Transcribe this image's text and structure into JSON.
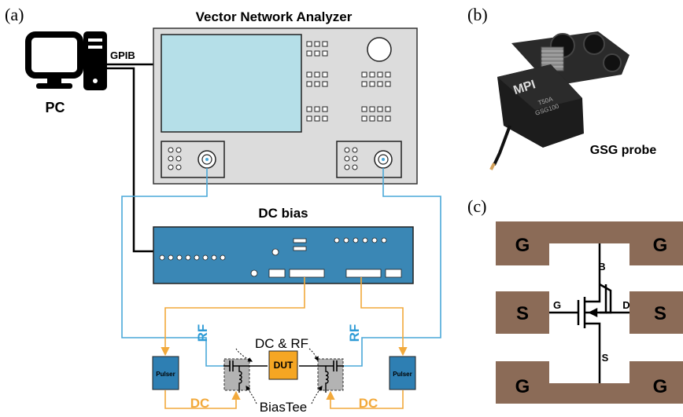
{
  "panels": {
    "a": "(a)",
    "b": "(b)",
    "c": "(c)"
  },
  "vna": {
    "title": "Vector Network Analyzer"
  },
  "pc": {
    "label": "PC",
    "bus": "GPIB"
  },
  "dc_bias": {
    "title": "DC bias"
  },
  "labels": {
    "rf_left": "RF",
    "rf_right": "RF",
    "dc_left": "DC",
    "dc_right": "DC",
    "dc_rf": "DC & RF",
    "biastee": "BiasTee",
    "dut": "DUT",
    "pulser_left": "Pulser",
    "pulser_right": "Pulser"
  },
  "probe": {
    "caption": "GSG probe",
    "brand": "MPI",
    "model_line1": "T50A",
    "model_line2": "GSG100"
  },
  "device": {
    "pad_g_tl": "G",
    "pad_g_tr": "G",
    "pad_s_l": "S",
    "pad_s_r": "S",
    "pad_g_bl": "G",
    "pad_g_br": "G",
    "term_b": "B",
    "term_g": "G",
    "term_d": "D",
    "term_s": "S"
  },
  "colors": {
    "vna_body": "#dcdcdc",
    "vna_screen": "#b5dfe8",
    "dc_box": "#3a87b5",
    "pulser": "#2e7fb3",
    "dut": "#f5a623",
    "rf_cable": "#4aa8d8",
    "dc_wire": "#f2a93b",
    "pad": "#8b6b57",
    "biastee": "#b3b3b3"
  }
}
